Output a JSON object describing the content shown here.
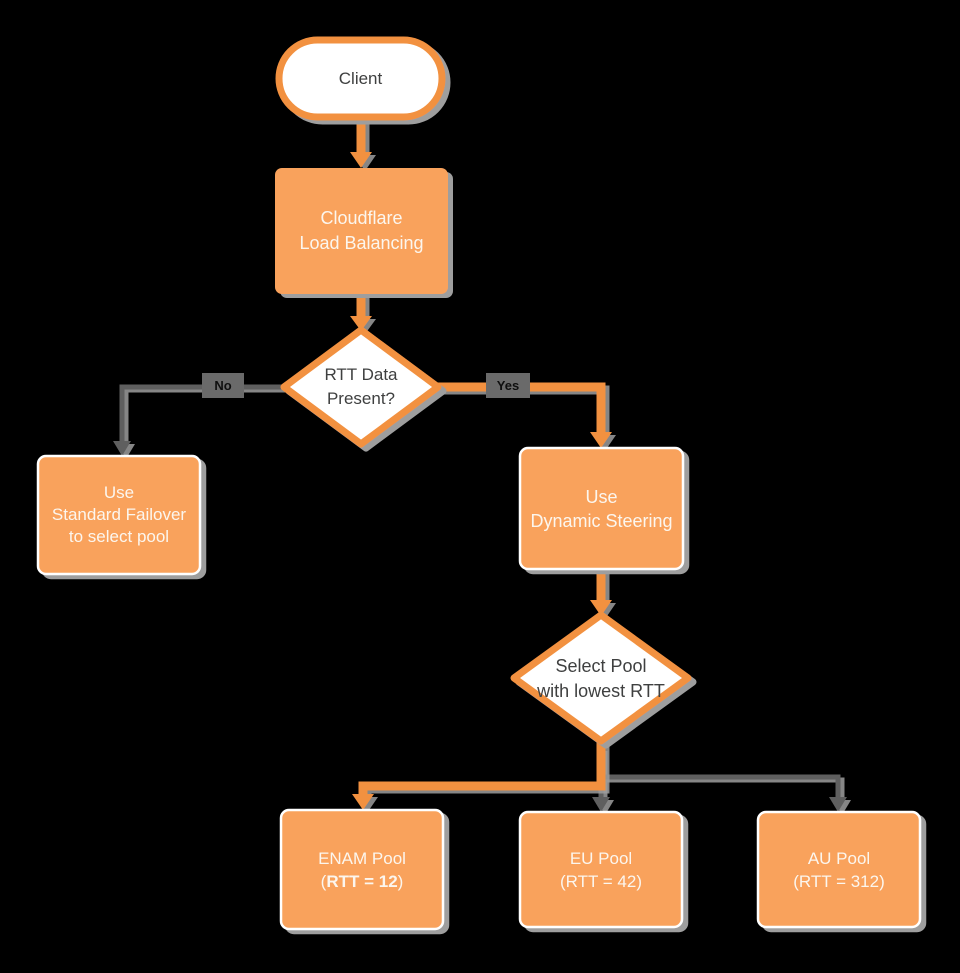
{
  "colors": {
    "background": "#000000",
    "node_fill_orange": "#F9A25C",
    "node_stroke_orange": "#F2913F",
    "node_fill_white": "#FFFFFF",
    "edge_gray": "#5E5E5E",
    "shadow_gray": "#9E9E9E",
    "text_dark": "#3F4040",
    "text_light": "#FCF6EE",
    "edge_label_bg": "#6A6A6A",
    "edge_label_text": "#0F0F0F"
  },
  "nodes": {
    "client": {
      "label": "Client"
    },
    "load_balancer": {
      "line1": "Cloudflare",
      "line2": "Load Balancing"
    },
    "rtt_decision": {
      "line1": "RTT Data",
      "line2": "Present?"
    },
    "standard_failover": {
      "line1": "Use",
      "line2": "Standard Failover",
      "line3": "to select pool"
    },
    "dynamic_steering": {
      "line1": "Use",
      "line2": "Dynamic Steering"
    },
    "pool_decision": {
      "line1": "Select Pool",
      "line2": "with lowest RTT"
    },
    "enam_pool": {
      "name": "ENAM Pool",
      "rtt_open": "(",
      "rtt_value": "RTT = 12",
      "rtt_close": ")"
    },
    "eu_pool": {
      "name": "EU Pool",
      "rtt": "(RTT = 42)"
    },
    "au_pool": {
      "name": "AU Pool",
      "rtt": "(RTT = 312)"
    }
  },
  "edge_labels": {
    "no": "No",
    "yes": "Yes"
  }
}
